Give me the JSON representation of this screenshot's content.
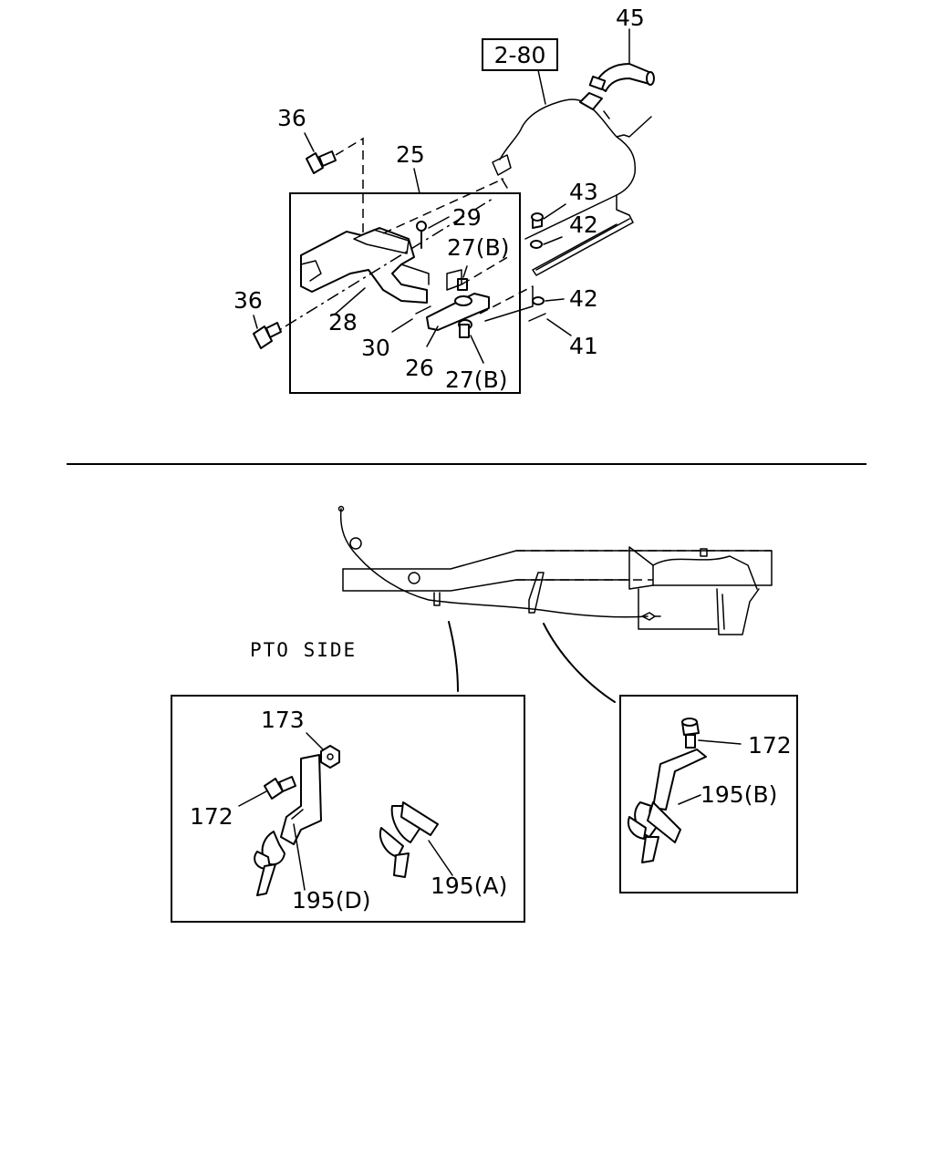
{
  "upper": {
    "ref_box": "2-80",
    "callouts": {
      "c45": "45",
      "c36a": "36",
      "c25": "25",
      "c43": "43",
      "c42a": "42",
      "c29": "29",
      "c27a": "27(B)",
      "c36b": "36",
      "c28": "28",
      "c30": "30",
      "c26": "26",
      "c27b": "27(B)",
      "c42b": "42",
      "c41": "41"
    }
  },
  "lower": {
    "side_label": "PTO SIDE",
    "left_detail": {
      "c173": "173",
      "c172": "172",
      "c195d": "195(D)",
      "c195a": "195(A)"
    },
    "right_detail": {
      "c172": "172",
      "c195b": "195(B)"
    }
  }
}
